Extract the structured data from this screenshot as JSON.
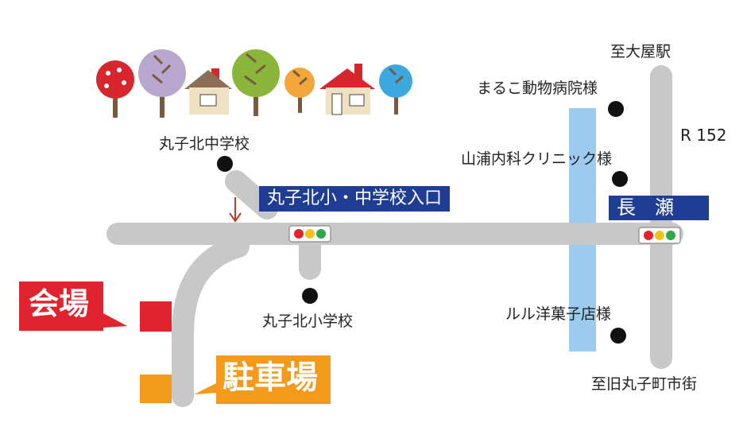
{
  "labels": {
    "junior_high": "丸子北中学校",
    "elementary": "丸子北小学校",
    "animal_hospital": "まるこ動物病院様",
    "clinic": "山浦内科クリニック様",
    "confectionery": "ルル洋菓子店様",
    "to_station": "至大屋駅",
    "to_old_town": "至旧丸子町市街",
    "route": "R 152"
  },
  "banners": {
    "school_entrance": "丸子北小・中学校入口",
    "nagase": "長　瀬"
  },
  "callouts": {
    "venue": "会場",
    "parking": "駐車場"
  },
  "colors": {
    "road": "#c8c8c8",
    "river": "#9ccbef",
    "banner": "#1e3d93",
    "venue": "#e0232e",
    "parking": "#f39a1c",
    "arrow": "#c0392b"
  },
  "icons": [
    "tree-icon",
    "house-icon",
    "traffic-signal-icon",
    "pointer-arrow-icon"
  ]
}
